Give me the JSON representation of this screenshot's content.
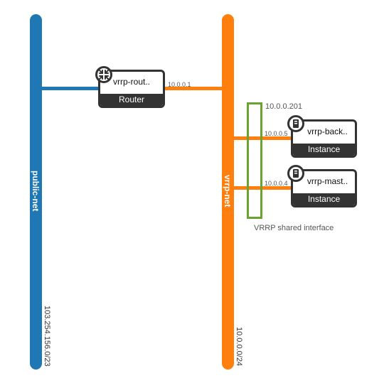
{
  "networks": {
    "public": {
      "name": "public-net",
      "cidr": "103.254.156.0/23",
      "color": "#1f77b4"
    },
    "vrrp": {
      "name": "vrrp-net",
      "cidr": "10.0.0.0/24",
      "color": "#ff7f0e"
    }
  },
  "router": {
    "name": "vrrp-rout..",
    "type": "Router",
    "icon": "router-icon",
    "port_ip": "10.0.0.1"
  },
  "instances": [
    {
      "name": "vrrp-back..",
      "type": "Instance",
      "icon": "server-icon",
      "port_ip": "10.0.0.5"
    },
    {
      "name": "vrrp-mast..",
      "type": "Instance",
      "icon": "server-icon",
      "port_ip": "10.0.0.4"
    }
  ],
  "shared_interface": {
    "ip": "10.0.0.201",
    "label": "VRRP shared interface",
    "color": "#6aa330"
  }
}
